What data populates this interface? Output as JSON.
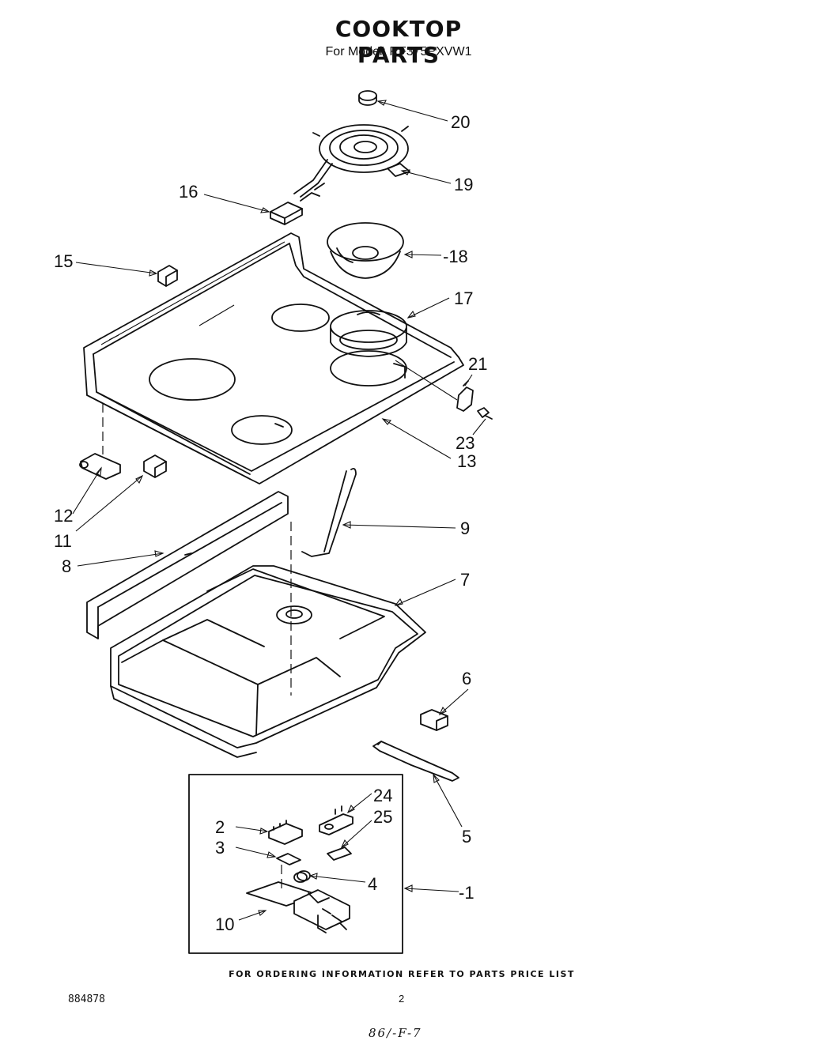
{
  "header": {
    "title": "COOKTOP PARTS",
    "subtitle": "For Model: RF375PXVW1"
  },
  "callouts": [
    {
      "id": "c20",
      "label": "20"
    },
    {
      "id": "c19",
      "label": "19"
    },
    {
      "id": "c16",
      "label": "16"
    },
    {
      "id": "c18",
      "label": "-18"
    },
    {
      "id": "c15",
      "label": "15"
    },
    {
      "id": "c17",
      "label": "17"
    },
    {
      "id": "c21",
      "label": "21"
    },
    {
      "id": "c23",
      "label": "23"
    },
    {
      "id": "c13",
      "label": "13"
    },
    {
      "id": "c12",
      "label": "12"
    },
    {
      "id": "c11",
      "label": "11"
    },
    {
      "id": "c9",
      "label": "9"
    },
    {
      "id": "c8",
      "label": "8"
    },
    {
      "id": "c7",
      "label": "7"
    },
    {
      "id": "c6",
      "label": "6"
    },
    {
      "id": "c24",
      "label": "24"
    },
    {
      "id": "c25",
      "label": "25"
    },
    {
      "id": "c2",
      "label": "2"
    },
    {
      "id": "c3",
      "label": "3"
    },
    {
      "id": "c4",
      "label": "4"
    },
    {
      "id": "c1",
      "label": "-1"
    },
    {
      "id": "c10",
      "label": "10"
    },
    {
      "id": "c5",
      "label": "5"
    }
  ],
  "footer": {
    "ordering_note": "FOR ORDERING INFORMATION REFER TO PARTS PRICE LIST",
    "doc_number": "884878",
    "page_number": "2",
    "handwritten": "86/-F-7"
  }
}
